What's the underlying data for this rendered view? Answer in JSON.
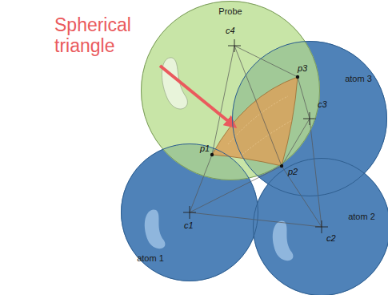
{
  "diagram": {
    "nodes": [
      {
        "text": [
          "Probe"
        ]
      },
      {
        "text": [
          "atom 3"
        ]
      },
      {
        "text": [
          "atom 1"
        ]
      },
      {
        "text": [
          "atom 2"
        ]
      }
    ],
    "labels": [
      "Spherical triangle",
      "c4",
      "c3",
      "p3",
      "p1",
      "p2",
      "c1",
      "c2"
    ]
  }
}
